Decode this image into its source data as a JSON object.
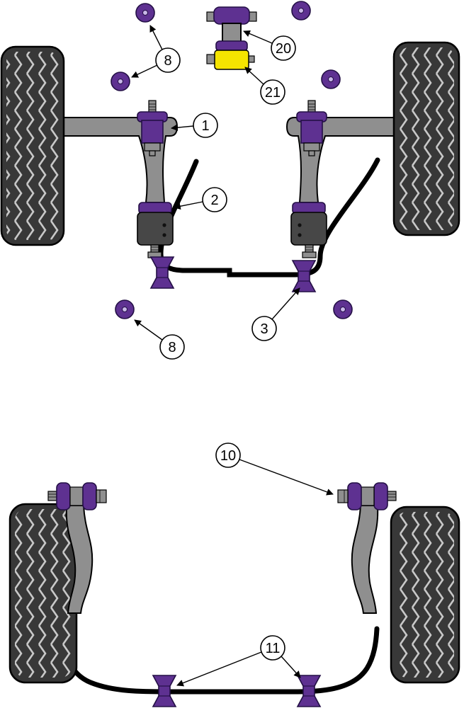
{
  "diagram": {
    "front": {
      "callouts": [
        {
          "label": "8"
        },
        {
          "label": "20"
        },
        {
          "label": "21"
        },
        {
          "label": "1"
        },
        {
          "label": "2"
        },
        {
          "label": "3"
        },
        {
          "label": "8"
        }
      ]
    },
    "rear": {
      "callouts": [
        {
          "label": "10"
        },
        {
          "label": "11"
        }
      ]
    },
    "colors": {
      "bushing": "#5e3191",
      "hole": "#c9b8e8",
      "insert": "#f5e400",
      "metal": "#8f8f8f",
      "damper": "#474747",
      "tire": "#383838",
      "tread": "#c8c8c8"
    }
  }
}
